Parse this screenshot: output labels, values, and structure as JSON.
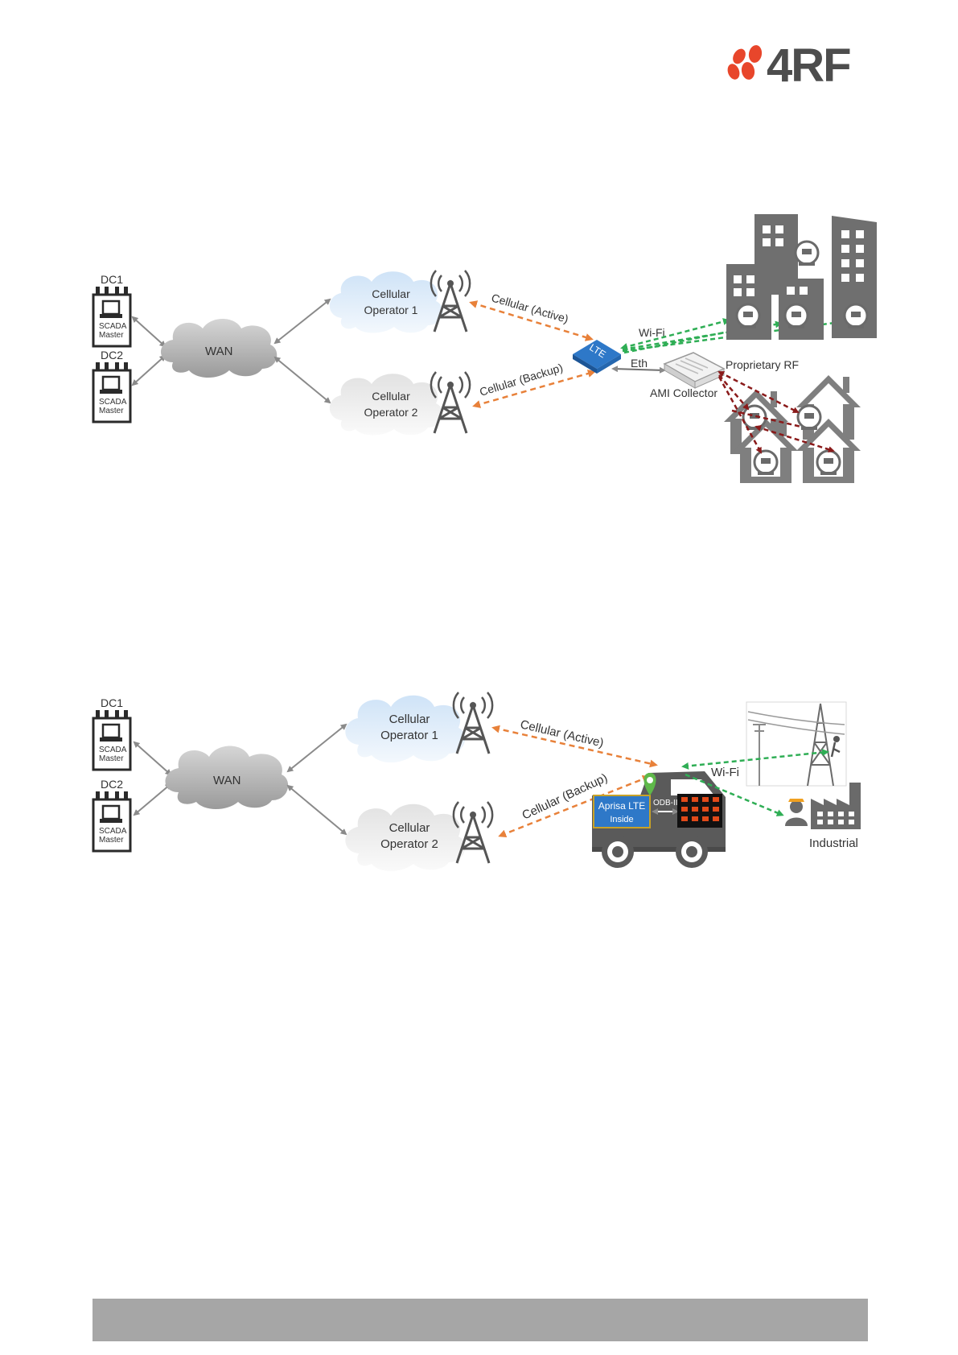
{
  "brand": {
    "logo_text": "4RF",
    "accent": "#e8462b",
    "text_color": "#4d4d4d"
  },
  "colors": {
    "active": "#e8813a",
    "wifi": "#2fae55",
    "rf": "#8a1a1a",
    "grey": "#7f7f7f",
    "lte": "#2e78c8"
  },
  "diagram1": {
    "dc1": "DC1",
    "dc2": "DC2",
    "scada": "SCADA",
    "master": "Master",
    "wan": "WAN",
    "op1": {
      "line1": "Cellular",
      "line2": "Operator 1"
    },
    "op2": {
      "line1": "Cellular",
      "line2": "Operator 2"
    },
    "link_active": "Cellular (Active)",
    "link_backup": "Cellular (Backup)",
    "lte": "LTE",
    "wifi": "Wi-Fi",
    "eth": "Eth",
    "ami": "AMI Collector",
    "prop_rf": "Proprietary RF"
  },
  "diagram2": {
    "dc1": "DC1",
    "dc2": "DC2",
    "scada": "SCADA",
    "master": "Master",
    "wan": "WAN",
    "op1": {
      "line1": "Cellular",
      "line2": "Operator 1"
    },
    "op2": {
      "line1": "Cellular",
      "line2": "Operator 2"
    },
    "link_active": "Cellular (Active)",
    "link_backup": "Cellular (Backup)",
    "aprisa": {
      "line1": "Aprisa LTE",
      "line2": "Inside"
    },
    "odb": "ODB-II",
    "wifi": "Wi-Fi",
    "industrial": "Industrial"
  }
}
